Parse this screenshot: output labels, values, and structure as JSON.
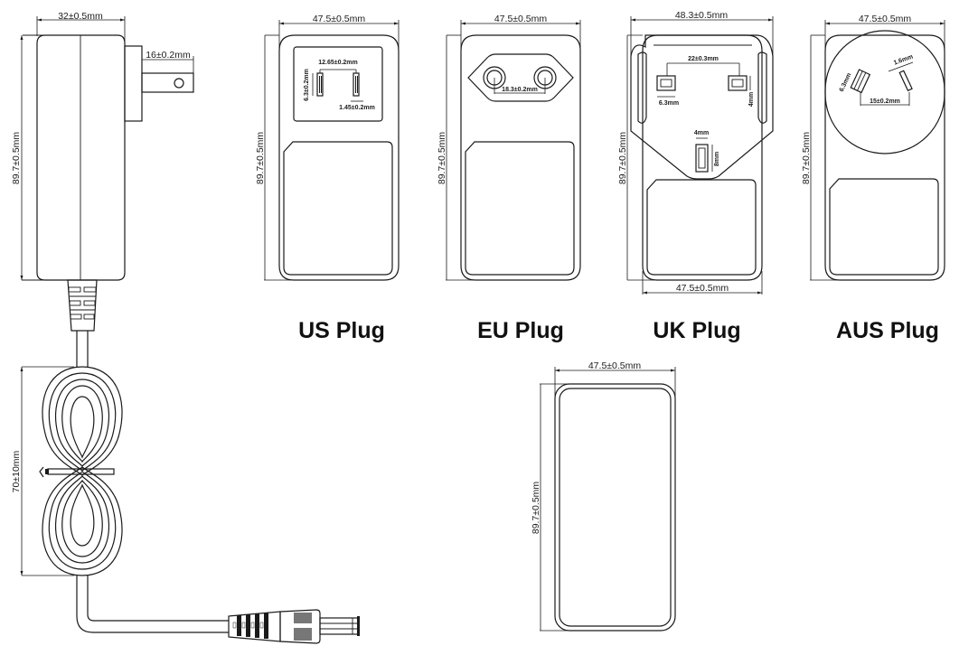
{
  "adapter_side": {
    "body_width": "32±0.5mm",
    "prong_length": "16±0.2mm",
    "body_height": "89.7±0.5mm",
    "coil_length": "70±10mm"
  },
  "us_plug": {
    "caption": "US Plug",
    "width": "47.5±0.5mm",
    "height": "89.7±0.5mm",
    "pin_spacing": "12.65±0.2mm",
    "pin_length": "6.3±0.2mm",
    "pin_thickness": "1.45±0.2mm"
  },
  "eu_plug": {
    "caption": "EU Plug",
    "width": "47.5±0.5mm",
    "height": "89.7±0.5mm",
    "pin_spacing": "18.3±0.2mm"
  },
  "uk_plug": {
    "caption": "UK Plug",
    "top_width": "48.3±0.5mm",
    "bottom_width": "47.5±0.5mm",
    "height": "89.7±0.5mm",
    "pin_spacing": "22±0.3mm",
    "pin_width": "6.3mm",
    "pin_height": "4mm",
    "earth_width": "4mm",
    "earth_height": "8mm"
  },
  "aus_plug": {
    "caption": "AUS Plug",
    "width": "47.5±0.5mm",
    "height": "89.7±0.5mm",
    "pin_length": "6.3mm",
    "pin_thickness": "1.6mm",
    "pin_spacing": "15±0.2mm"
  },
  "back_view": {
    "width": "47.5±0.5mm",
    "height": "89.7±0.5mm"
  }
}
